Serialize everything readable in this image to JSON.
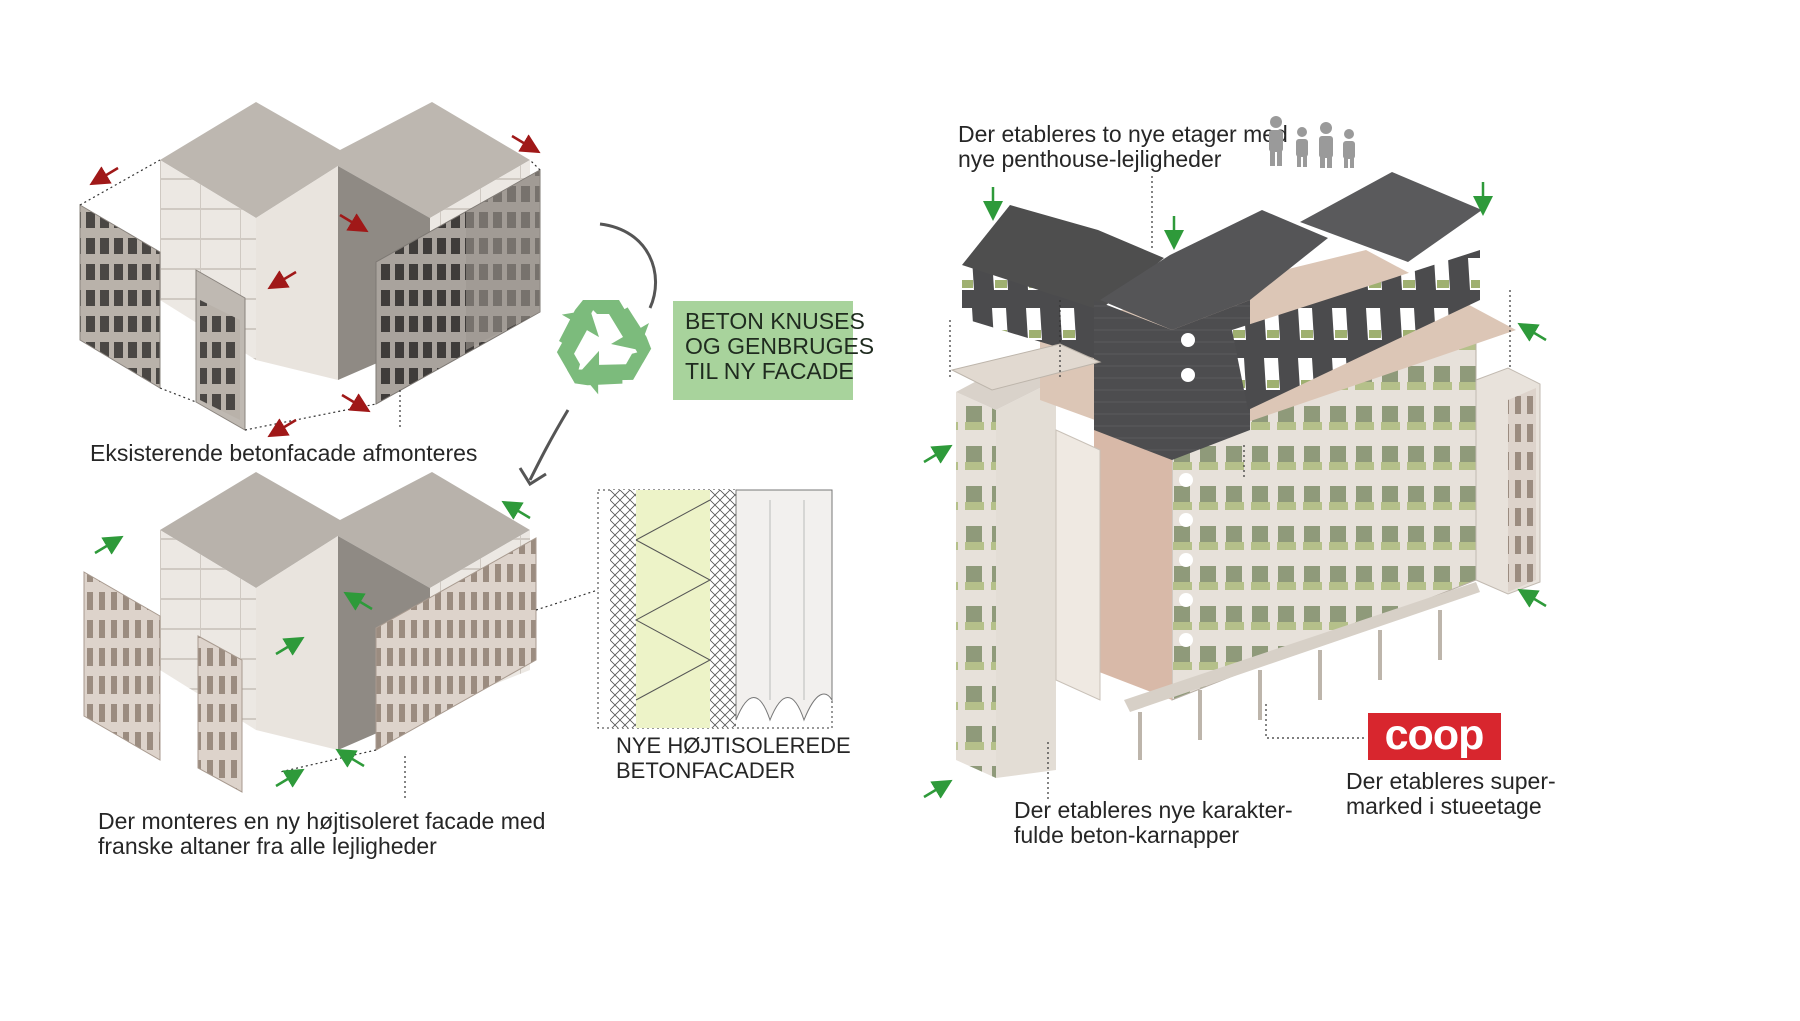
{
  "top_left_caption": "Eksisterende betonfacade afmonteres",
  "bottom_left_caption": {
    "line1": "Der monteres en ny højtisoleret facade med",
    "line2": "franske altaner fra alle lejligheder"
  },
  "recycle_box": {
    "line1": "BETON KNUSES",
    "line2": "OG GENBRUGES",
    "line3": "TIL NY FACADE"
  },
  "facade_detail_caption": {
    "line1": "NYE HØJTISOLEREDE",
    "line2": "BETONFACADER"
  },
  "penthouse_caption": {
    "line1": "Der etableres to nye etager med",
    "line2": "nye penthouse-lejligheder"
  },
  "karnap_caption": {
    "line1": "Der etableres nye karakter-",
    "line2": "fulde beton-karnapper"
  },
  "supermarket_caption": {
    "line1": "Der etableres super-",
    "line2": "marked i stueetage"
  },
  "logo": "coop",
  "colors": {
    "recycle_green": "#7cbb7c",
    "box_green": "#a8d39c",
    "coop_red": "#d8262e",
    "arrow_green": "#2e9a3a",
    "arrow_red": "#a01818",
    "concrete": "#c9c3bd",
    "roof_dark": "#4e4e4e"
  },
  "icons": [
    "recycle-icon",
    "people-icon",
    "curved-arrow-icon"
  ]
}
